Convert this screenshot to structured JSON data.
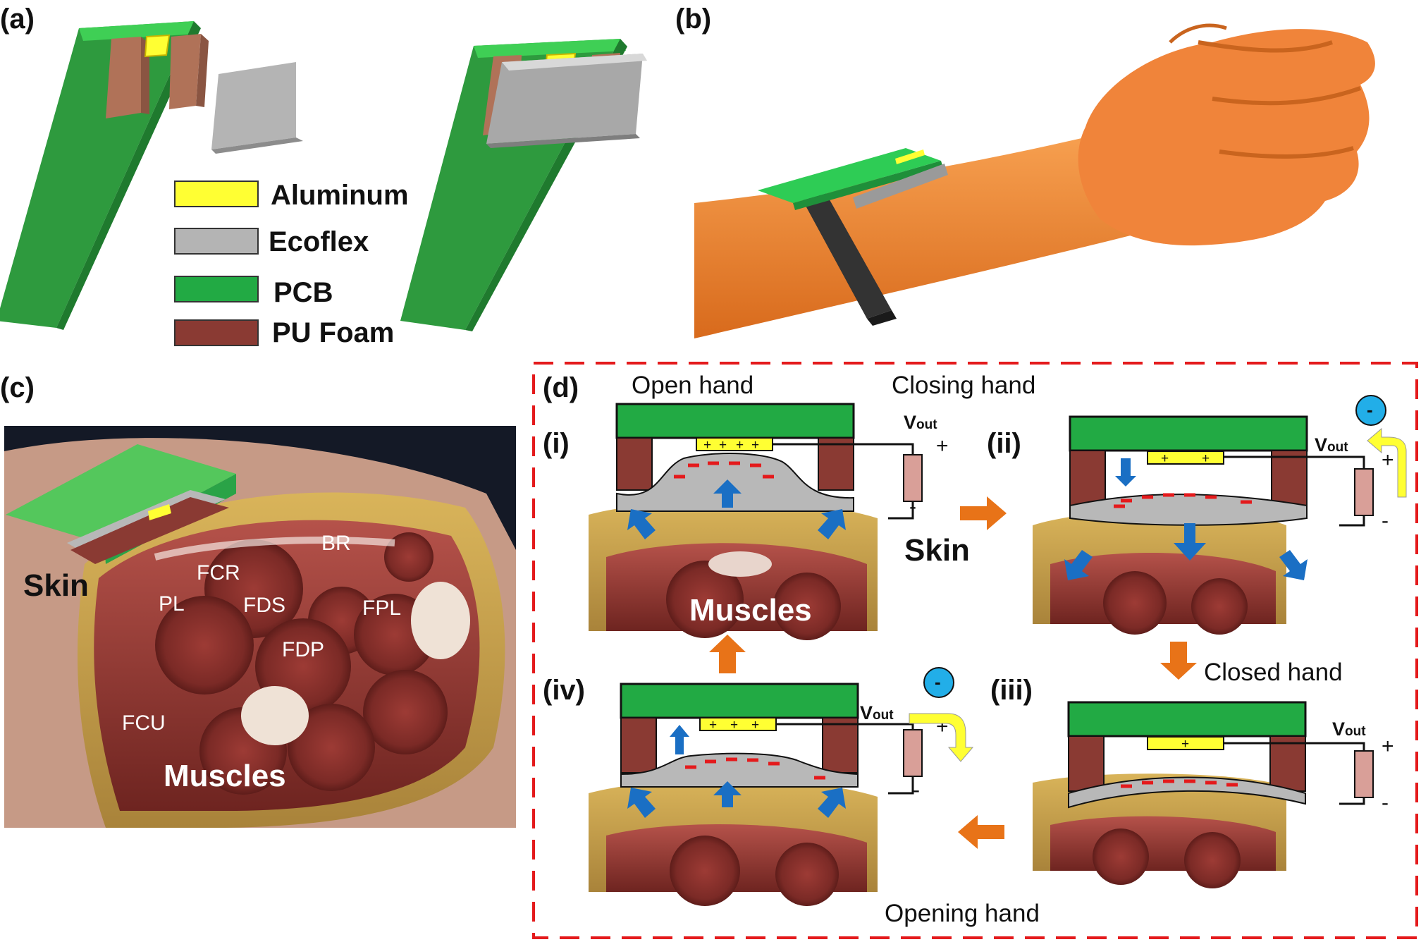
{
  "panels": {
    "a": "(a)",
    "b": "(b)",
    "c": "(c)",
    "d": "(d)"
  },
  "legend": [
    {
      "label": "Aluminum",
      "color": "#ffff33"
    },
    {
      "label": "Ecoflex",
      "color": "#b4b4b4"
    },
    {
      "label": "PCB",
      "color": "#22aa44"
    },
    {
      "label": "PU Foam",
      "color": "#8a3a33"
    }
  ],
  "anatomy": {
    "skin": "Skin",
    "muscles": "Muscles",
    "muscle_labels": [
      "BR",
      "FCR",
      "PL",
      "FDS",
      "FPL",
      "FDP",
      "FCU"
    ]
  },
  "cycle": {
    "open_hand": "Open hand",
    "closing_hand": "Closing hand",
    "closed_hand": "Closed hand",
    "opening_hand": "Opening hand",
    "states": [
      "(i)",
      "(ii)",
      "(iii)",
      "(iv)"
    ],
    "skin": "Skin",
    "muscles": "Muscles",
    "vout_main": "V",
    "vout_sub": "out",
    "plus": "+",
    "minus": "-",
    "neg_badge": "-"
  },
  "colors": {
    "pcb": "#22aa44",
    "foam": "#8a3a33",
    "ecoflex": "#b4b4b4",
    "aluminum": "#ffff33",
    "arrow_orange": "#e87318",
    "arrow_blue": "#1a6fc4",
    "dash_box": "#e41a1c",
    "skin_tone": "#f08a3a"
  }
}
